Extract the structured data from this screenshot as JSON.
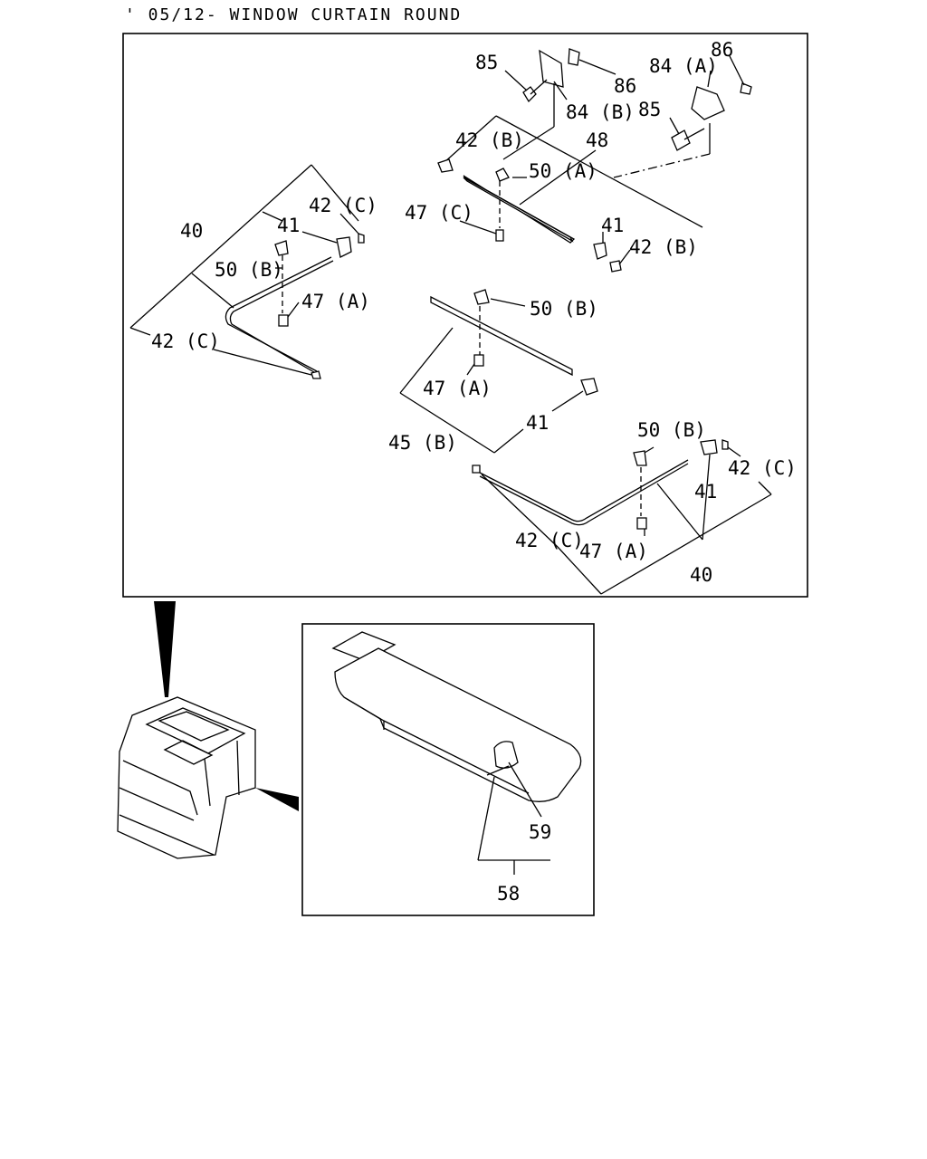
{
  "title": "' 05/12- WINDOW CURTAIN ROUND",
  "callouts": {
    "c85a": "85",
    "c86a": "86",
    "c84b": "84 (B)",
    "c84a": "84 (A)",
    "c86b": "86",
    "c85b": "85",
    "c42b_top": "42 (B)",
    "c48": "48",
    "c50a": "50 (A)",
    "c47c": "47 (C)",
    "c41_top": "41",
    "c42b_right": "42 (B)",
    "c42c_left_top": "42 (C)",
    "c41_left": "41",
    "c40_left": "40",
    "c50b_left": "50 (B)",
    "c47a_left": "47 (A)",
    "c42c_left_bottom": "42 (C)",
    "c50b_mid": "50 (B)",
    "c47a_mid": "47 (A)",
    "c41_mid": "41",
    "c45b": "45 (B)",
    "c50b_right": "50 (B)",
    "c42c_right": "42 (C)",
    "c41_right": "41",
    "c42c_right_bottom": "42 (C)",
    "c47a_right": "47 (A)",
    "c40_right": "40",
    "c59": "59",
    "c58": "58"
  }
}
